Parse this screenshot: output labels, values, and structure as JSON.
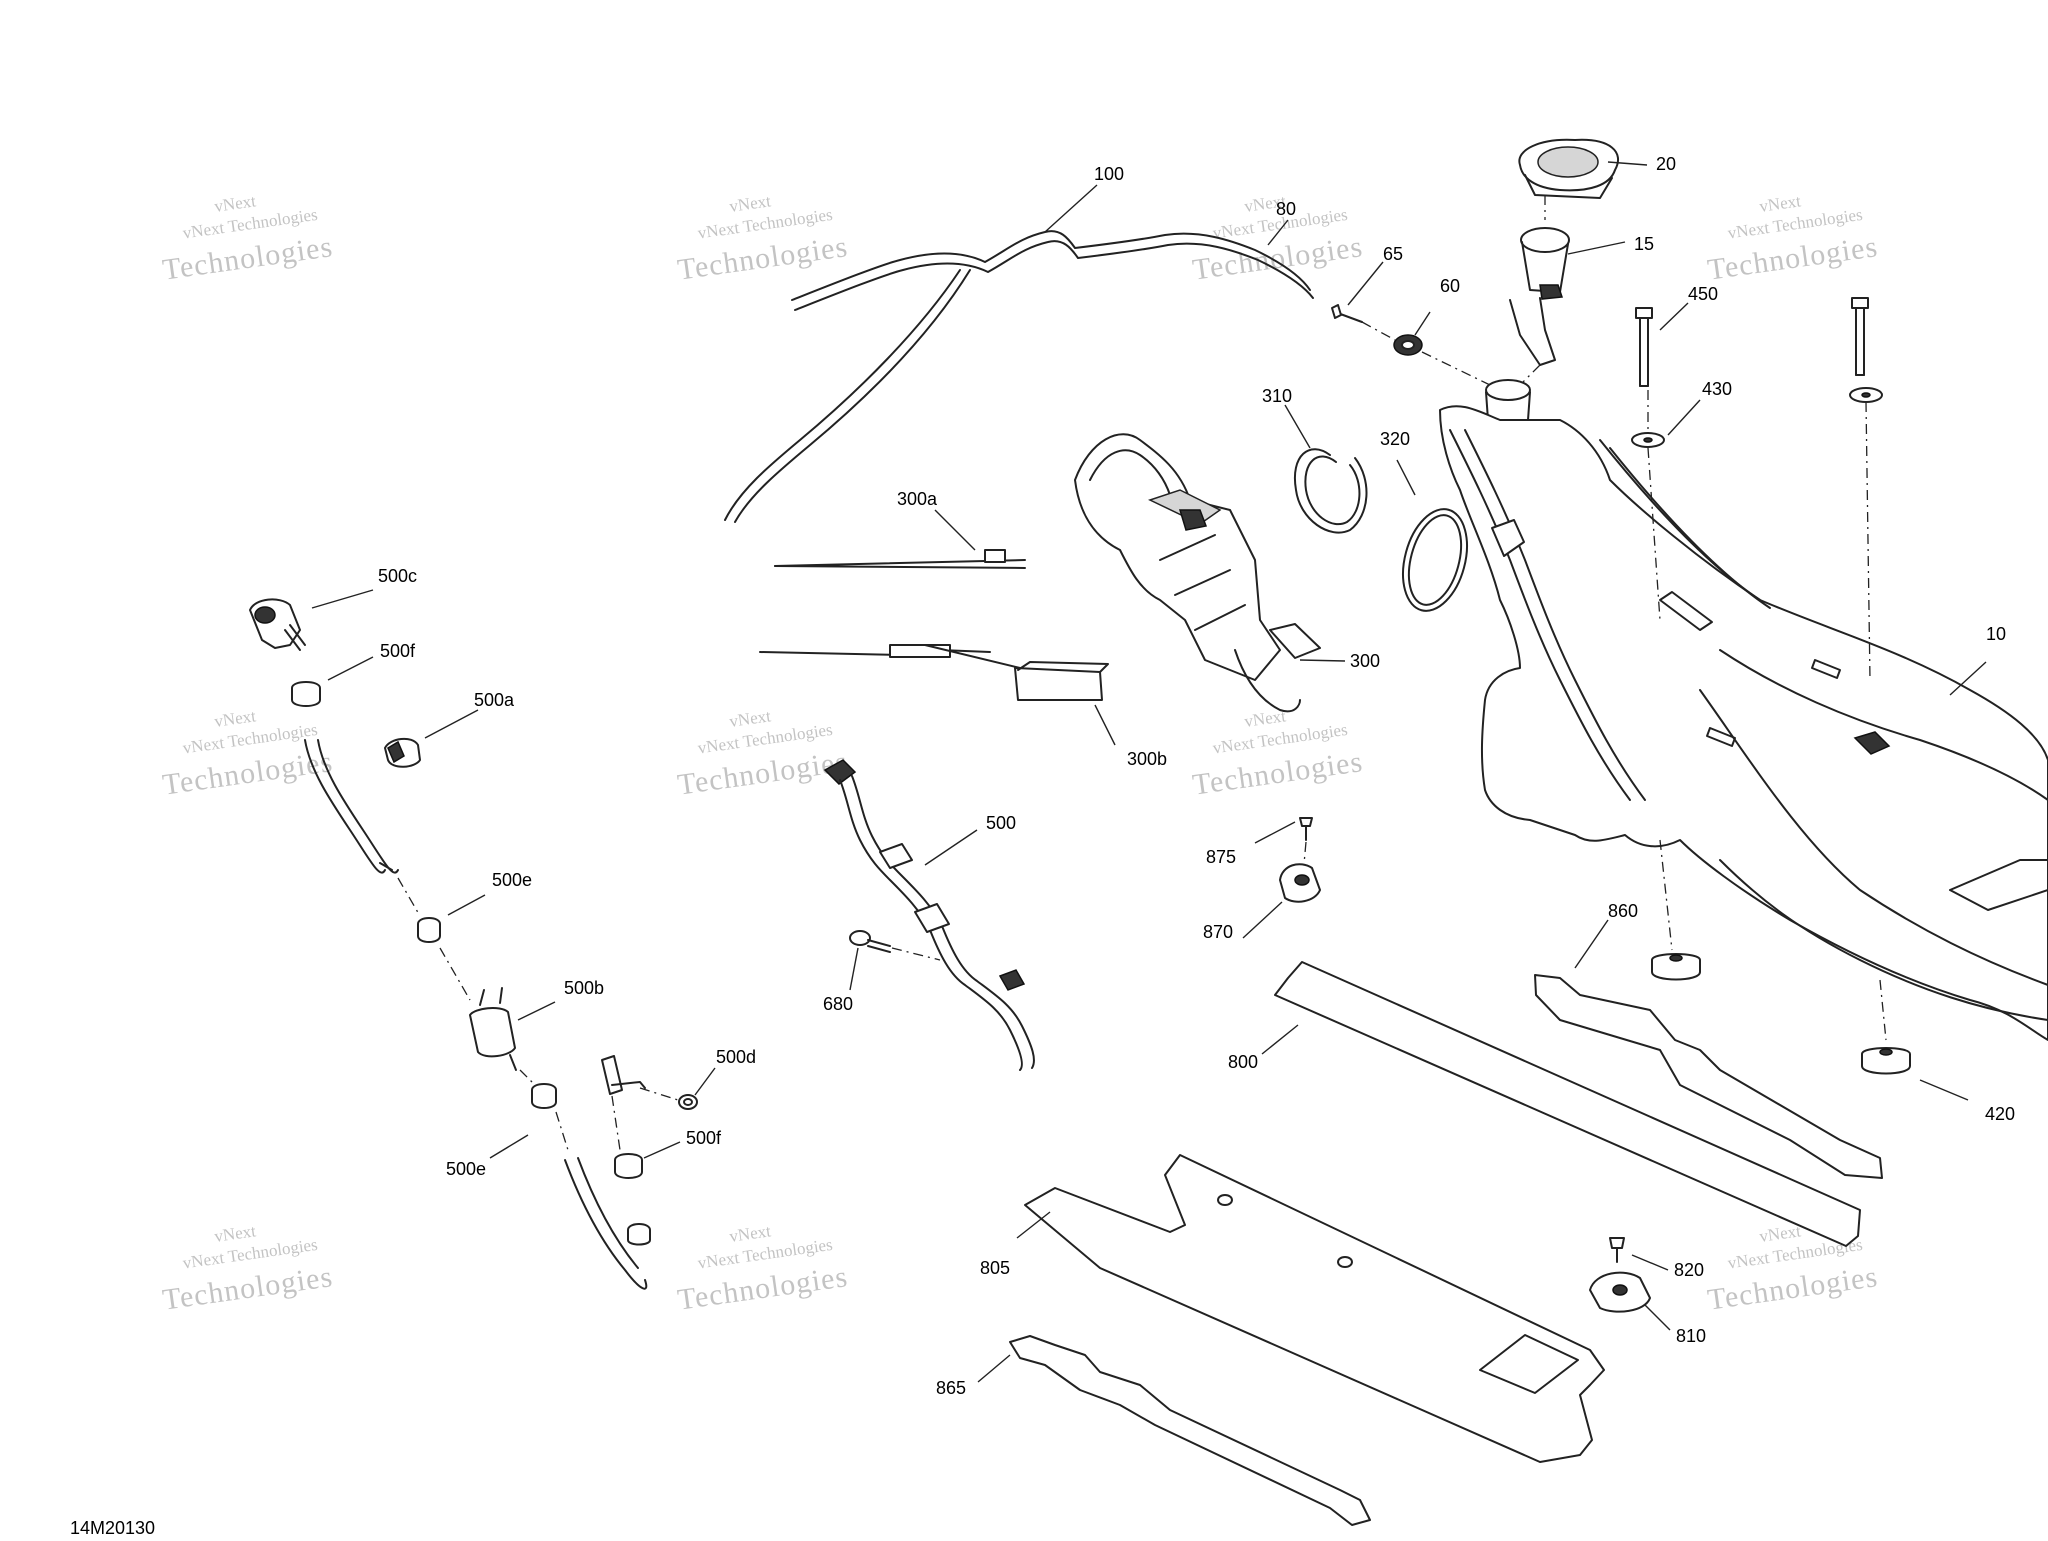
{
  "diagram": {
    "figure_id": "14M20130",
    "watermark": {
      "line1": "vNext",
      "line2": "vNext Technologies",
      "line3": "Technologies"
    },
    "callouts": [
      {
        "id": "c100",
        "label": "100"
      },
      {
        "id": "c80",
        "label": "80"
      },
      {
        "id": "c65",
        "label": "65"
      },
      {
        "id": "c60",
        "label": "60"
      },
      {
        "id": "c20",
        "label": "20"
      },
      {
        "id": "c15",
        "label": "15"
      },
      {
        "id": "c450",
        "label": "450"
      },
      {
        "id": "c430",
        "label": "430"
      },
      {
        "id": "c310",
        "label": "310"
      },
      {
        "id": "c320",
        "label": "320"
      },
      {
        "id": "c300a",
        "label": "300a"
      },
      {
        "id": "c300",
        "label": "300"
      },
      {
        "id": "c300b",
        "label": "300b"
      },
      {
        "id": "c10",
        "label": "10"
      },
      {
        "id": "c500c",
        "label": "500c"
      },
      {
        "id": "c500f1",
        "label": "500f"
      },
      {
        "id": "c500a",
        "label": "500a"
      },
      {
        "id": "c500e1",
        "label": "500e"
      },
      {
        "id": "c500b",
        "label": "500b"
      },
      {
        "id": "c500d",
        "label": "500d"
      },
      {
        "id": "c500e2",
        "label": "500e"
      },
      {
        "id": "c500f2",
        "label": "500f"
      },
      {
        "id": "c500",
        "label": "500"
      },
      {
        "id": "c680",
        "label": "680"
      },
      {
        "id": "c875",
        "label": "875"
      },
      {
        "id": "c870",
        "label": "870"
      },
      {
        "id": "c860",
        "label": "860"
      },
      {
        "id": "c800",
        "label": "800"
      },
      {
        "id": "c420",
        "label": "420"
      },
      {
        "id": "c805",
        "label": "805"
      },
      {
        "id": "c820",
        "label": "820"
      },
      {
        "id": "c810",
        "label": "810"
      },
      {
        "id": "c865",
        "label": "865"
      }
    ]
  }
}
